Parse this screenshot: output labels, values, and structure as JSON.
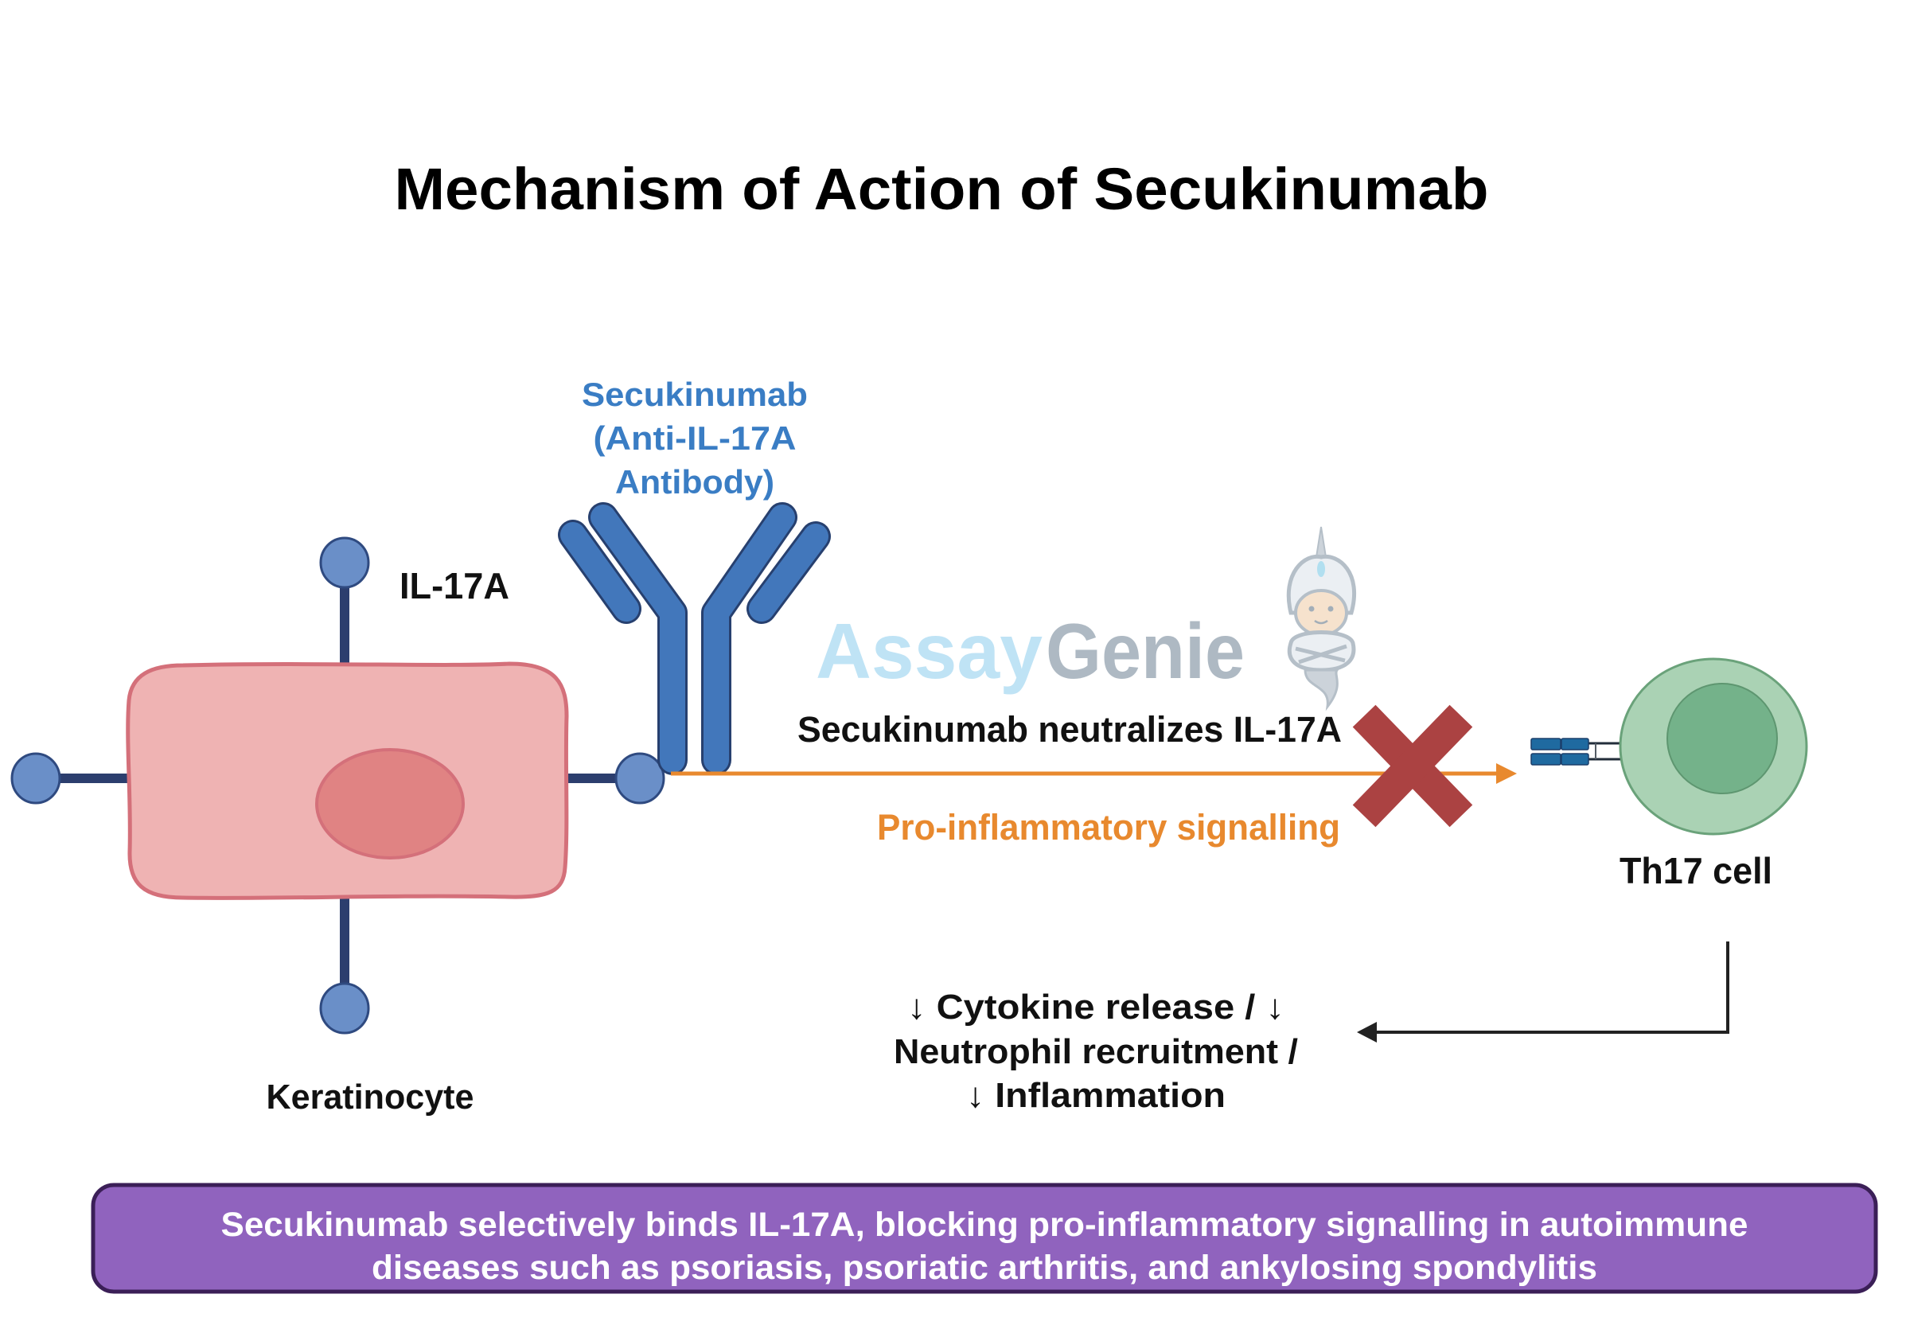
{
  "title": "Mechanism of Action of Secukinumab",
  "colors": {
    "keratinocyte_fill": "#efb3b3",
    "keratinocyte_stroke": "#d4707a",
    "nucleus_fill": "#e08383",
    "il17a_fill": "#6a8fc8",
    "il17a_stroke": "#2f4a80",
    "stalk": "#2c3e6e",
    "antibody_fill": "#4277bb",
    "antibody_stroke": "#27406f",
    "antibody_label": "#3a7dc4",
    "signal_arrow": "#e8892e",
    "block_mark": "#ab4242",
    "th17_fill": "#aad2b4",
    "th17_stroke": "#6aa27a",
    "th17_nucleus": "#74b28a",
    "receptor": "#1f6aa0",
    "summary_fill": "#9063be",
    "summary_stroke": "#3b1f57",
    "feedback_arrow": "#222222"
  },
  "labels": {
    "il17a": "IL-17A",
    "keratinocyte": "Keratinocyte",
    "antibody": [
      "Secukinumab",
      "(Anti-IL-17A",
      "Antibody)"
    ],
    "neutralizes": "Secukinumab neutralizes IL-17A",
    "signalling": "Pro-inflammatory signalling",
    "th17": "Th17 cell",
    "outcomes": [
      "↓ Cytokine release / ↓",
      "Neutrophil recruitment /",
      "↓ Inflammation"
    ]
  },
  "watermark": {
    "part1": "Assay",
    "part2": "Genie",
    "icon": "genie-mascot-icon"
  },
  "summary": [
    "Secukinumab selectively binds IL-17A, blocking pro-inflammatory signalling in autoimmune",
    "diseases such as psoriasis, psoriatic arthritis, and ankylosing spondylitis"
  ]
}
